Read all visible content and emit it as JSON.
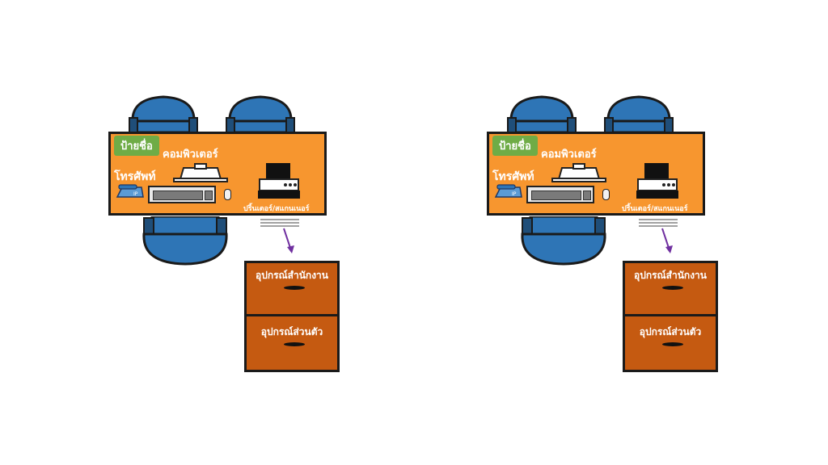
{
  "stations": [
    {
      "nameplate": "ป้ายชื่อ",
      "computer_label": "คอมพิวเตอร์",
      "phone_label": "โทรศัพท์",
      "printer_label": "ปริ้นเตอร์/สแกนเนอร์",
      "drawer_top_label": "อุปกรณ์สำนักงาน",
      "drawer_bottom_label": "อุปกรณ์ส่วนตัว"
    },
    {
      "nameplate": "ป้ายชื่อ",
      "computer_label": "คอมพิวเตอร์",
      "phone_label": "โทรศัพท์",
      "printer_label": "ปริ้นเตอร์/สแกนเนอร์",
      "drawer_top_label": "อุปกรณ์สำนักงาน",
      "drawer_bottom_label": "อุปกรณ์ส่วนตัว"
    }
  ],
  "colors": {
    "desk": "#f7962f",
    "chair": "#2e75b6",
    "nameplate": "#6fac46",
    "cabinet": "#c55a11",
    "arrow": "#7030a0"
  },
  "icons": [
    "chair-icon",
    "phone-icon",
    "monitor-icon",
    "keyboard-icon",
    "mouse-icon",
    "printer-icon",
    "arrow-icon"
  ]
}
